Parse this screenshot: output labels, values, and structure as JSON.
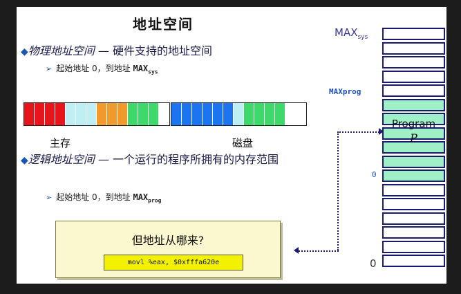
{
  "slide": {
    "title": "地址空间",
    "physical": {
      "bullet": "◆",
      "term": "物理地址空间",
      "desc": " — 硬件支持的地址空间",
      "sub_arrow": "➢",
      "sub_text": "起始地址 0，到地址 ",
      "sub_var": "MAX",
      "sub_subscript": "sys"
    },
    "main_memory_label": "主存",
    "disk_label": "磁盘",
    "memory_strip_colors": [
      "#e8141b",
      "#e8141b",
      "#e8141b",
      "#e8141b",
      "#bfeff4",
      "#bfeff4",
      "#bfeff4",
      "#f09a2b",
      "#f09a2b",
      "#f09a2b",
      "#3fd96b",
      "#3fd96b",
      "#3fd96b",
      "#ffffff"
    ],
    "disk_strip_colors": [
      "#1c74f0",
      "#1c74f0",
      "#1c74f0",
      "#1c74f0",
      "#1c74f0",
      "#1c74f0",
      "#bfeff4",
      "#3fd96b",
      "#3fd96b",
      "#3fd96b",
      "#3fd96b",
      "#ffffff",
      "#ffffff"
    ],
    "logical": {
      "bullet": "◆",
      "term": "逻辑地址空间",
      "desc": " — 一个运行的程序所拥有的内存范围",
      "sub_arrow": "➢",
      "sub_text": "起始地址 0，到地址 ",
      "sub_var": "MAX",
      "sub_subscript": "prog"
    },
    "question_box": {
      "question": "但地址从哪来?",
      "code": "movl %eax, $0xfffa620e"
    },
    "address_column": {
      "max_sys": "MAX",
      "max_sys_sub": "sys",
      "max_prog": "MAXprog",
      "zero_logical": "0",
      "zero_physical": "0",
      "program_label": "Program",
      "program_var": "P",
      "cell_colors": [
        "#ffffff",
        "#ffffff",
        "#ffffff",
        "#ffffff",
        "#ffffff",
        "#9ff0c7",
        "#9ff0c7",
        "#9ff0c7",
        "#9ff0c7",
        "#9ff0c7",
        "#9ff0c7",
        "#ffffff",
        "#ffffff",
        "#ffffff",
        "#ffffff",
        "#ffffff",
        "#ffffff"
      ]
    }
  }
}
